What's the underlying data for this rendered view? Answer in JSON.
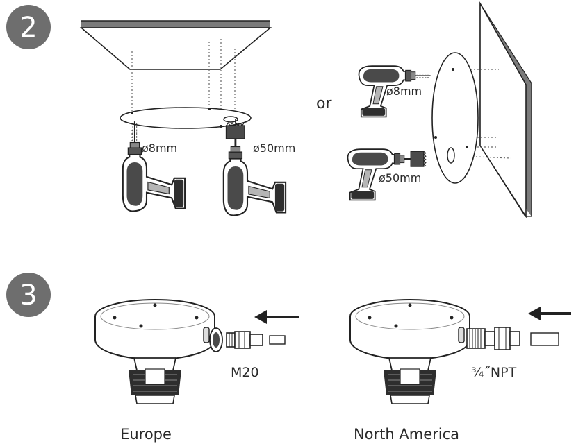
{
  "step2": {
    "number": "2",
    "ceiling": {
      "drill_small_label": "ø8mm",
      "drill_large_label": "ø50mm"
    },
    "separator": "or",
    "wall": {
      "drill_small_label": "ø8mm",
      "drill_large_label": "ø50mm"
    }
  },
  "step3": {
    "number": "3",
    "europe": {
      "fitting_label": "M20",
      "region_label": "Europe"
    },
    "north_america": {
      "fitting_label": "¾˝NPT",
      "region_label": "North America"
    }
  },
  "colors": {
    "badge": "#6e6e6e",
    "ceiling_plate": "#7b7b7b",
    "drill_body": "#4a4a4a",
    "drill_trim": "#b5b5b5",
    "camera_mount": "#2e2e2e"
  }
}
